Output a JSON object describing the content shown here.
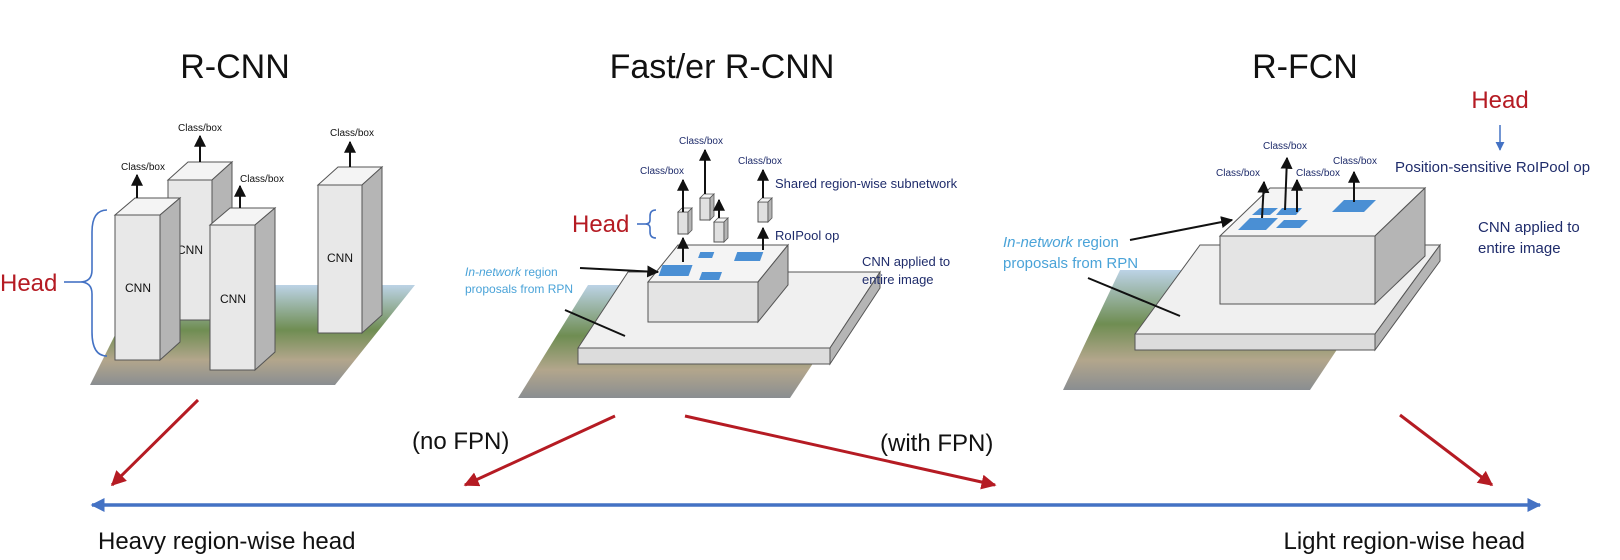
{
  "titles": {
    "rcnn": "R-CNN",
    "faster": "Fast/er R-CNN",
    "rfcn": "R-FCN"
  },
  "rcnn": {
    "head_label": "Head",
    "cnn_label": "CNN",
    "class_box": "Class/box"
  },
  "faster": {
    "head_label": "Head",
    "class_box": "Class/box",
    "shared_subnetwork": "Shared region-wise subnetwork",
    "roipool": "RoIPool op",
    "cnn_applied_line1": "CNN applied to",
    "cnn_applied_line2": "entire image",
    "proposals_italic": "In-network",
    "proposals_rest": " region",
    "proposals_line2": "proposals from RPN"
  },
  "rfcn": {
    "head_label": "Head",
    "class_box": "Class/box",
    "position_sensitive": "Position-sensitive RoIPool op",
    "cnn_applied_line1": "CNN applied to",
    "cnn_applied_line2": "entire image",
    "proposals_italic": "In-network",
    "proposals_rest": " region",
    "proposals_line2": "proposals from RPN"
  },
  "bottom": {
    "no_fpn": "(no FPN)",
    "with_fpn": "(with FPN)",
    "heavy": "Heavy region-wise head",
    "light": "Light region-wise head"
  },
  "colors": {
    "head_red": "#b51b23",
    "axis_blue": "#4472c4",
    "roi_blue": "#4a8fd4",
    "text_navy": "#1f2c6b",
    "proposal_blue": "#4aa3d8"
  }
}
